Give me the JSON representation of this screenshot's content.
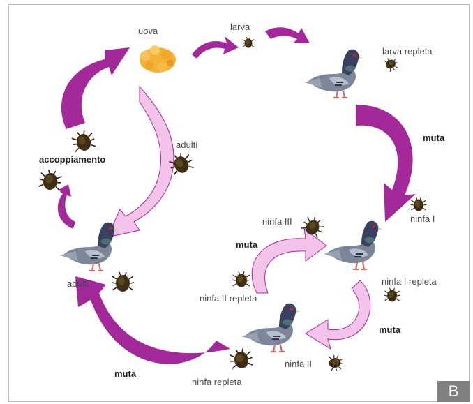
{
  "colors": {
    "arrow_dark": "#a3289a",
    "arrow_light": "#f4c3ea",
    "mite": "#3d2e14",
    "pigeon_body": "#7d8699",
    "eggs": "#f5b335"
  },
  "labels": {
    "uova": "uova",
    "larva": "larva",
    "larva_repleta": "larva repleta",
    "muta_1": "muta",
    "adulti_top": "adulti",
    "accoppiamento": "accoppiamento",
    "ninfa_III": "ninfa III",
    "ninfa_I": "ninfa I",
    "muta_2": "muta",
    "ninfa_I_repleta": "ninfa I repleta",
    "adulti_bottom": "adulti",
    "ninfa_II_repleta": "ninfa II repleta",
    "muta_3": "muta",
    "ninfa_II": "ninfa II",
    "muta_4": "muta",
    "ninfa_repleta": "ninfa repleta"
  },
  "panel_letter": "B"
}
